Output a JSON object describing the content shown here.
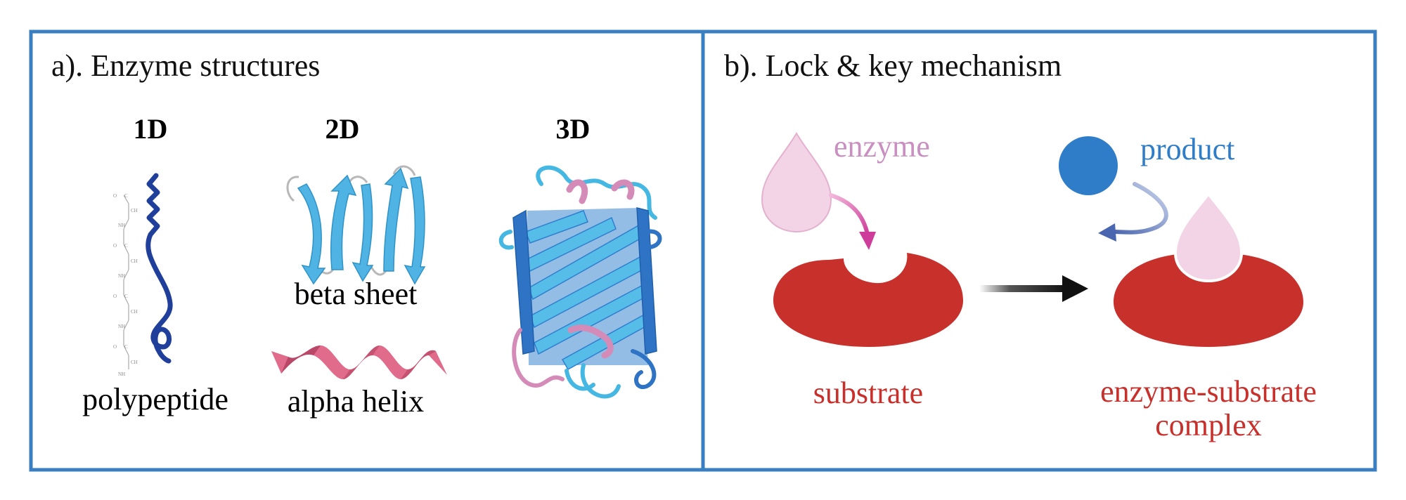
{
  "panel_a": {
    "title": "a). Enzyme structures",
    "headings": [
      "1D",
      "2D",
      "3D"
    ],
    "label_polypeptide": "polypeptide",
    "label_beta": "beta sheet",
    "label_alpha": "alpha helix",
    "chem_labels": [
      "O",
      "C",
      "CH",
      "NH"
    ]
  },
  "panel_b": {
    "title": "b). Lock & key mechanism",
    "label_enzyme": "enzyme",
    "label_product": "product",
    "label_substrate": "substrate",
    "label_complex_1": "enzyme-substrate",
    "label_complex_2": "complex"
  },
  "colors": {
    "border": "#3a7fc2",
    "substrate": "#c8302c",
    "enzyme_fill": "#f3d3e6",
    "enzyme_text": "#c98fc0",
    "product": "#2f7cc8",
    "arrow_pink": "#cf3d9a",
    "arrow_blue": "#4a66b0",
    "beta": "#4fb3e3",
    "helix": "#e06b8a",
    "polypeptide": "#1f3f9a"
  }
}
